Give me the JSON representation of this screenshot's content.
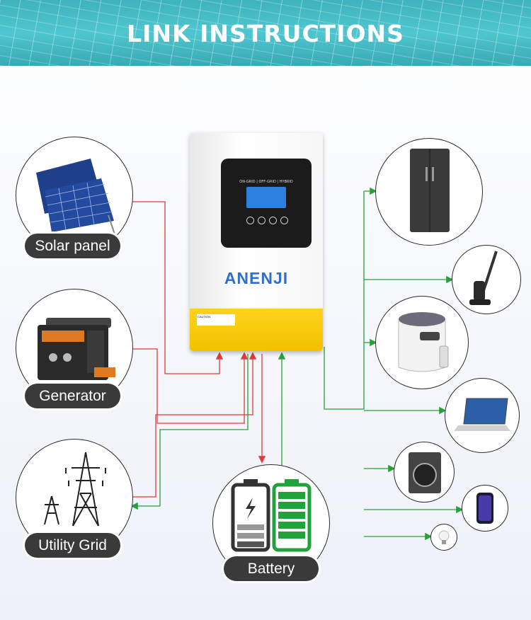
{
  "title": "LINK INSTRUCTIONS",
  "inverter": {
    "brand": "ANENJI",
    "mode_text": "ON-GRID | OFF-GRID | HYBRID",
    "caution_label": "CAUTION"
  },
  "sources": [
    {
      "label": "Solar panel"
    },
    {
      "label": "Generator"
    },
    {
      "label": "Utility Grid"
    }
  ],
  "battery": {
    "label": "Battery"
  },
  "loads": [
    "refrigerator",
    "vacuum",
    "air-fryer",
    "laptop",
    "washing-machine",
    "smartphone",
    "light-bulb"
  ],
  "colors": {
    "banner": "#45bcc5",
    "input_wire": "#e03a3a",
    "output_wire": "#2aa03a",
    "pill": "#3a3a3a",
    "brand": "#2e6fd0"
  }
}
